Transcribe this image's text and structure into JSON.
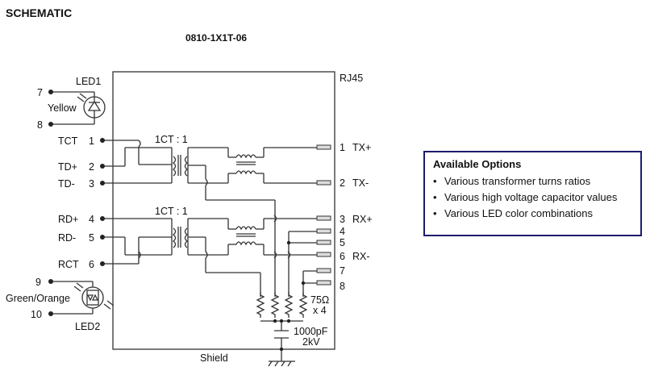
{
  "title": "SCHEMATIC",
  "part_number": "0810-1X1T-06",
  "connector_label": "RJ45",
  "shield_label": "Shield",
  "led1": {
    "name": "LED1",
    "color": "Yellow",
    "pins": [
      "7",
      "8"
    ]
  },
  "led2": {
    "name": "LED2",
    "color": "Green/Orange",
    "pins": [
      "9",
      "10"
    ]
  },
  "left_pins": [
    {
      "num": "1",
      "name": "TCT"
    },
    {
      "num": "2",
      "name": "TD+"
    },
    {
      "num": "3",
      "name": "TD-"
    },
    {
      "num": "4",
      "name": "RD+"
    },
    {
      "num": "5",
      "name": "RD-"
    },
    {
      "num": "6",
      "name": "RCT"
    }
  ],
  "right_pins": [
    {
      "num": "1",
      "name": "TX+"
    },
    {
      "num": "2",
      "name": "TX-"
    },
    {
      "num": "3",
      "name": "RX+"
    },
    {
      "num": "4",
      "name": ""
    },
    {
      "num": "5",
      "name": ""
    },
    {
      "num": "6",
      "name": "RX-"
    },
    {
      "num": "7",
      "name": ""
    },
    {
      "num": "8",
      "name": ""
    }
  ],
  "transformer_ratio_tx": "1CT : 1",
  "transformer_ratio_rx": "1CT : 1",
  "resistor_value": "75Ω",
  "resistor_count": "x 4",
  "capacitor_value": "1000pF",
  "capacitor_voltage": "2kV",
  "options": {
    "heading": "Available Options",
    "bullet": "•",
    "items": [
      "Various transformer turns ratios",
      "Various high voltage capacitor values",
      "Various LED color combinations"
    ]
  }
}
